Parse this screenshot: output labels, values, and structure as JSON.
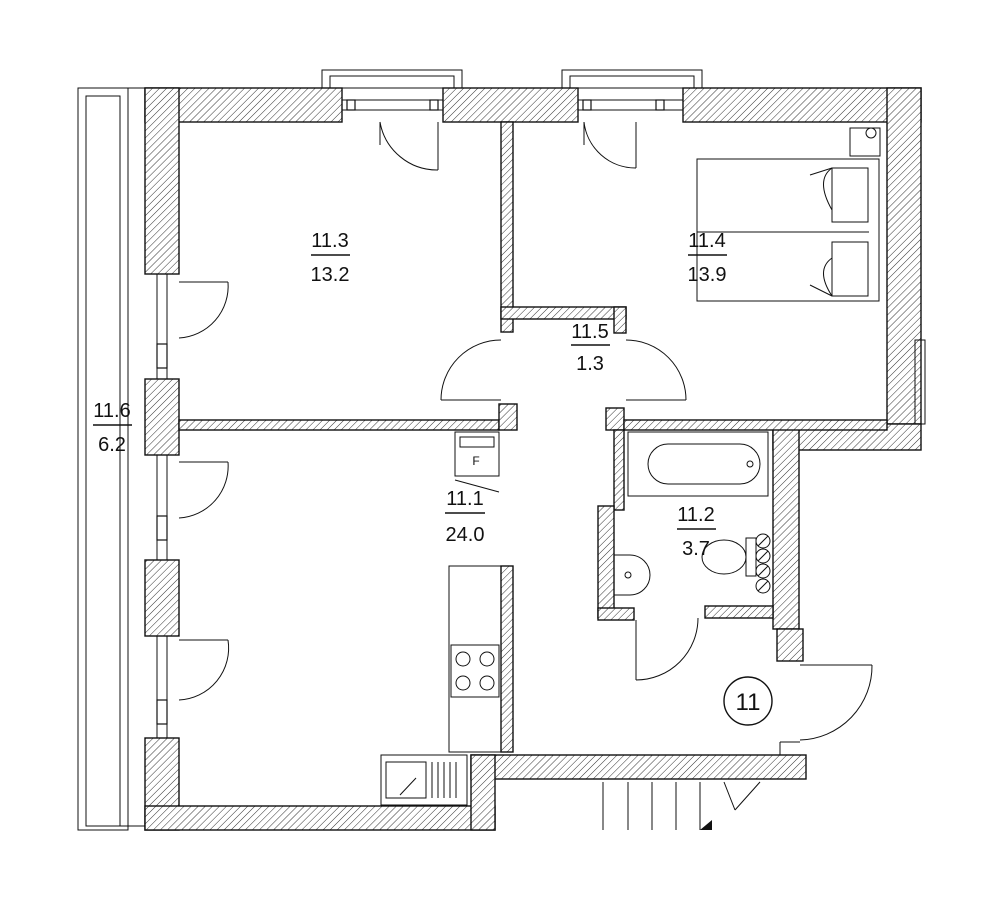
{
  "apartment": {
    "number": "11"
  },
  "rooms": [
    {
      "id": "11.1",
      "area": "24.0"
    },
    {
      "id": "11.2",
      "area": "3.7"
    },
    {
      "id": "11.3",
      "area": "13.2"
    },
    {
      "id": "11.4",
      "area": "13.9"
    },
    {
      "id": "11.5",
      "area": "1.3"
    },
    {
      "id": "11.6",
      "area": "6.2"
    }
  ],
  "fixtures": {
    "fridge_mark": "F"
  },
  "colors": {
    "line": "#111111",
    "wall_fill": "#ffffff",
    "background": "#ffffff"
  }
}
